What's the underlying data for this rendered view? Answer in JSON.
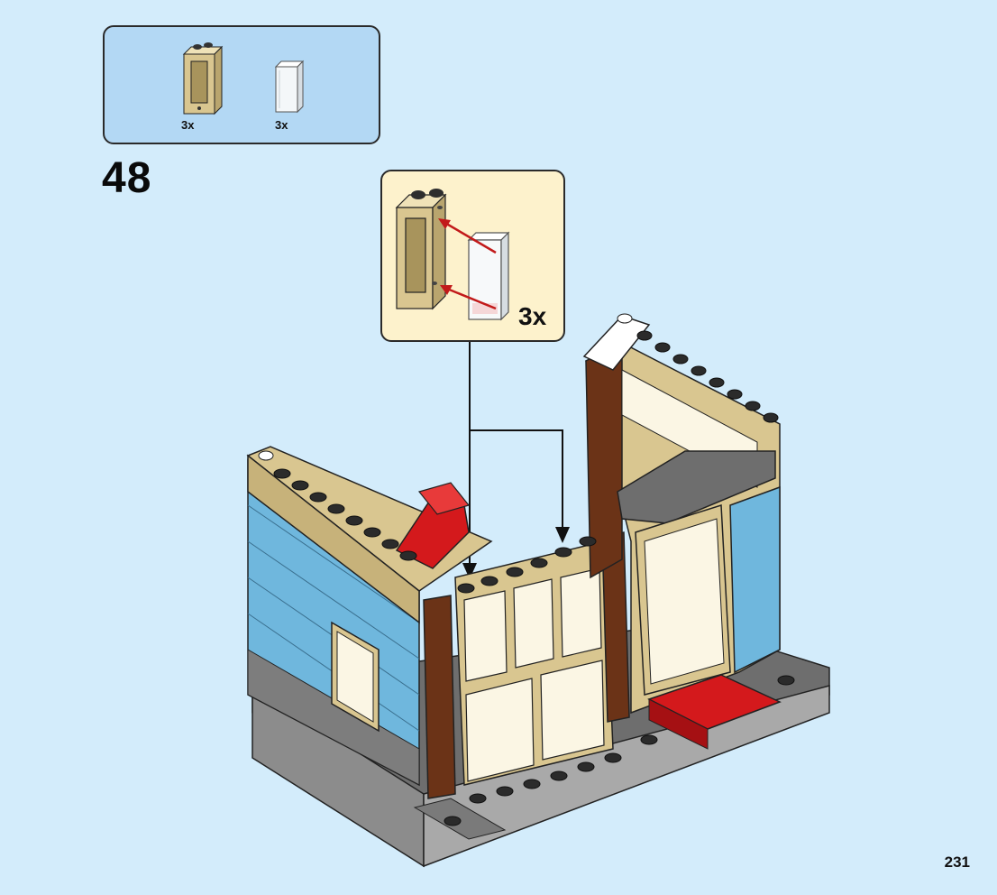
{
  "parts_list": {
    "items": [
      {
        "icon": "tan-window-frame-icon",
        "quantity": "3x",
        "color": "#d9c690"
      },
      {
        "icon": "clear-window-glass-icon",
        "quantity": "3x",
        "color": "#f4f7f9"
      }
    ]
  },
  "step": {
    "number": "48"
  },
  "callout": {
    "quantity": "3x"
  },
  "page": {
    "number": "231"
  },
  "colors": {
    "background": "#d3ecfb",
    "parts_box": "#b3d8f4",
    "callout_box": "#fdf2cc",
    "tan": "#d9c690",
    "light_blue": "#6fb7dd",
    "red": "#d4191c",
    "brown": "#6b3317",
    "dark_gray": "#4d4d4d",
    "arrow_red": "#c21a1a"
  }
}
